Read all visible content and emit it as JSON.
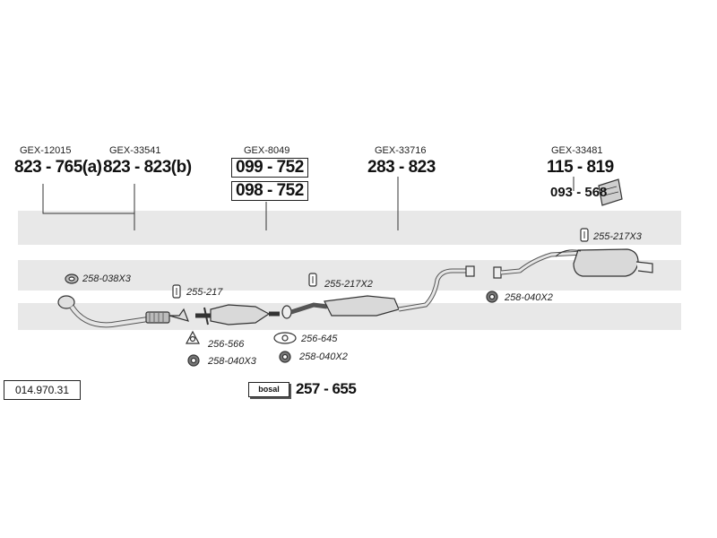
{
  "catalog_number": "014.970.31",
  "brand_badge": "bosal",
  "headers": {
    "gex_12015": "GEX-12015",
    "gex_33541": "GEX-33541",
    "gex_8049": "GEX-8049",
    "gex_33716": "GEX-33716",
    "gex_33481": "GEX-33481"
  },
  "parts": {
    "front_pipe_a": "823 - 765(a)",
    "front_pipe_b": "823 - 823(b)",
    "catalyst_1": "099 - 752",
    "catalyst_2": "098 - 752",
    "middle_silencer": "283 - 823",
    "rear_silencer": "115 - 819",
    "rear_bracket": "093 - 568",
    "mounting_kit": "257 - 655"
  },
  "refs": {
    "gasket_038x3": "258-038X3",
    "clamp_217": "255-217",
    "gasket_566": "256-566",
    "nut_040x3": "258-040X3",
    "clamp_217x2": "255-217X2",
    "gasket_645": "256-645",
    "nut_040x2_mid": "258-040X2",
    "nut_040x2_rear": "258-040X2",
    "clamp_217x3": "255-217X3"
  },
  "colors": {
    "watermark": "#e6e6e6",
    "line": "#333333",
    "part_fill": "#d9d9d9"
  }
}
